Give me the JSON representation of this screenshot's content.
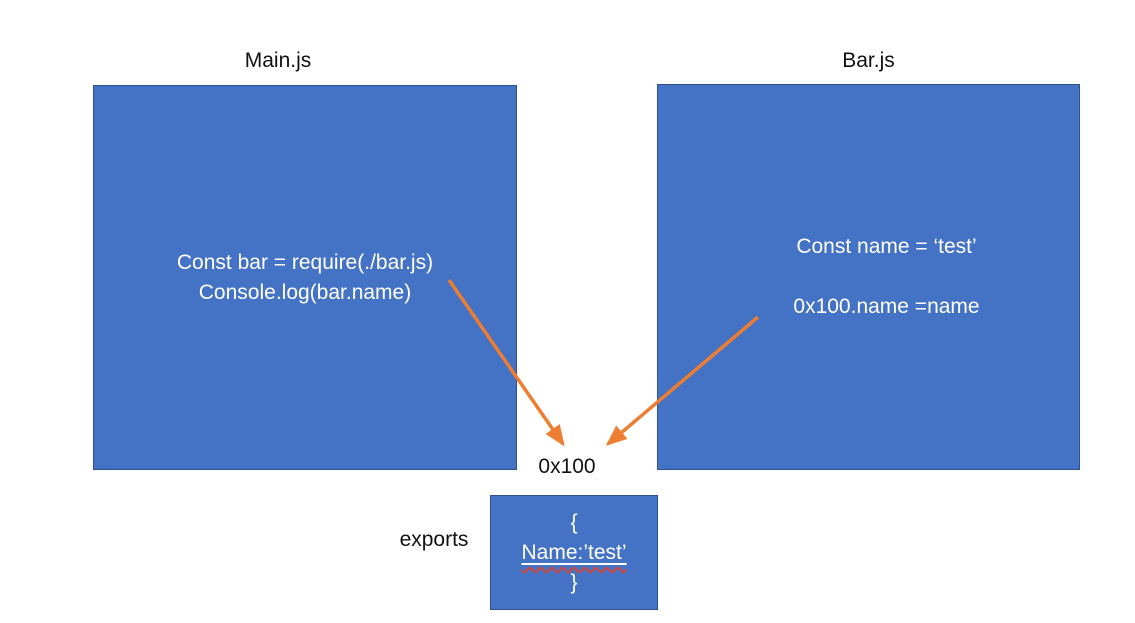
{
  "colors": {
    "background": "#ffffff",
    "box_fill": "#4472c4",
    "box_border": "#2f528f",
    "arrow": "#ed7d31",
    "text_light": "#ffffff",
    "text_dark": "#111111",
    "spellcheck_squiggle": "#d04337"
  },
  "main_module": {
    "title": "Main.js",
    "code_line_1": "Const bar = require(./bar.js)",
    "code_line_2": "Console.log(bar.name)"
  },
  "bar_module": {
    "title": "Bar.js",
    "code_line_1": "Const name = ‘test’",
    "code_line_2": "0x100.name =name"
  },
  "memory_object": {
    "address_label": "0x100",
    "exports_label": "exports",
    "brace_open": "{",
    "property_line": "Name:’test’",
    "brace_close": "}"
  }
}
